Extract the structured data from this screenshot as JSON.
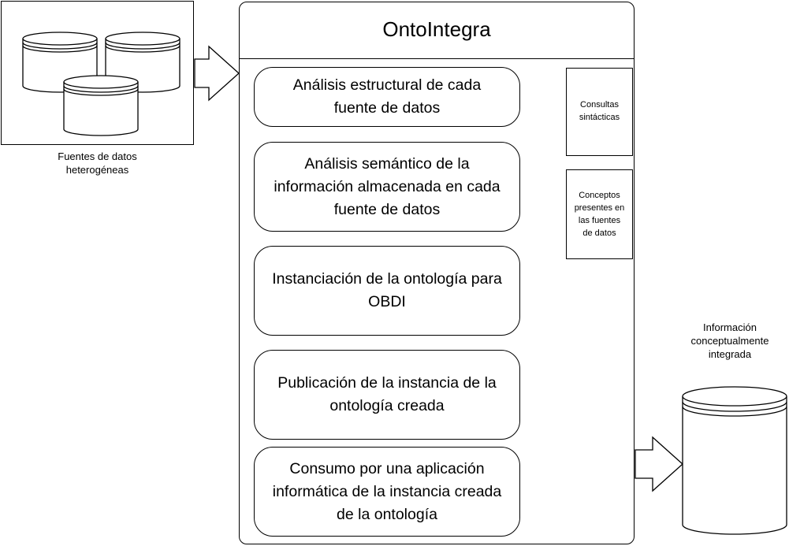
{
  "sources": {
    "caption_line1": "Fuentes de datos",
    "caption_line2": "heterogéneas"
  },
  "main": {
    "title": "OntoIntegra",
    "steps": [
      {
        "line1": "Análisis estructural de cada",
        "line2": "fuente de datos"
      },
      {
        "line1": "Análisis semántico de la",
        "line2": "información almacenada en cada",
        "line3": "fuente de datos"
      },
      {
        "line1": "Instanciación de la ontología para",
        "line2": "OBDI"
      },
      {
        "line1": "Publicación de la instancia de la",
        "line2": "ontología creada"
      },
      {
        "line1": "Consumo por una aplicación",
        "line2": "informática de la instancia creada",
        "line3": "de la ontología"
      }
    ]
  },
  "notes": [
    {
      "line1": "Consultas",
      "line2": "sintácticas"
    },
    {
      "line1": "Conceptos",
      "line2": "presentes en",
      "line3": "las fuentes",
      "line4": "de datos"
    }
  ],
  "output": {
    "caption_line1": "Información",
    "caption_line2": "conceptualmente",
    "caption_line3": "integrada"
  }
}
